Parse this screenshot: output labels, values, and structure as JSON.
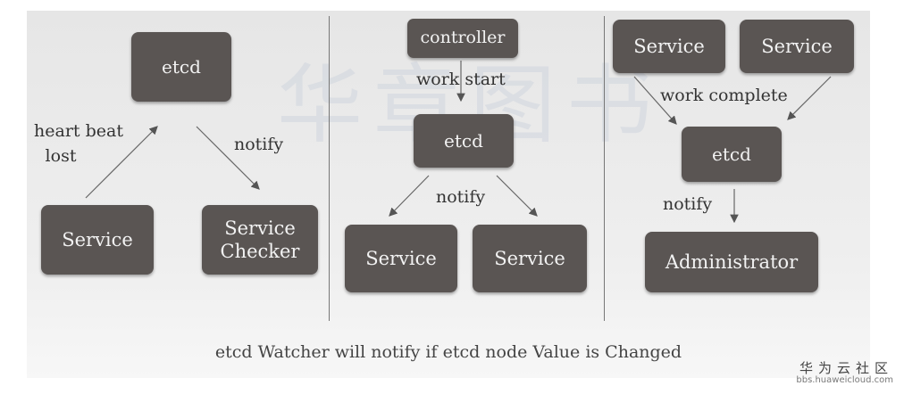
{
  "watermark": {
    "background_text": "华章图书",
    "brand": "华为云社区",
    "url": "bbs.huaweicloud.com"
  },
  "caption": "etcd Watcher will notify if etcd node Value is Changed",
  "panel1": {
    "etcd": "etcd",
    "service": "Service",
    "checker_line1": "Service",
    "checker_line2": "Checker",
    "heartbeat_line1": "heart beat",
    "heartbeat_line2": "lost",
    "notify": "notify"
  },
  "panel2": {
    "controller": "controller",
    "work_start": "work start",
    "etcd": "etcd",
    "notify": "notify",
    "service_left": "Service",
    "service_right": "Service"
  },
  "panel3": {
    "service_left": "Service",
    "service_right": "Service",
    "work_complete": "work complete",
    "etcd": "etcd",
    "notify": "notify",
    "administrator": "Administrator"
  }
}
